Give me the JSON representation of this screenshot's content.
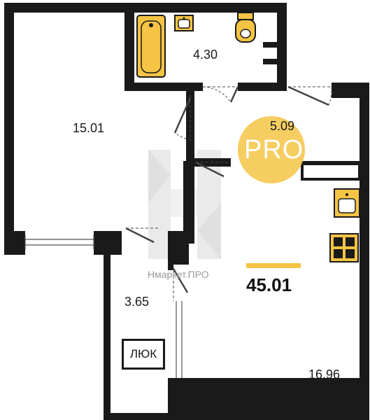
{
  "rooms": {
    "living_room_area": "15.01",
    "bathroom_area": "4.30",
    "hallway_area": "5.09",
    "balcony_area": "3.65",
    "kitchen_area": "16.96"
  },
  "total_area": "45.01",
  "badge": {
    "text": "PRO"
  },
  "watermark": {
    "text": "Нмаркет.ПРО"
  },
  "hatch_label": "ЛЮК",
  "colors": {
    "wall": "#1a1a1a",
    "fixture_fill": "#f5c445",
    "accent": "#f5c445",
    "watermark_gray": "#d0d0d0"
  },
  "icons": [
    "bathtub-icon",
    "sink-icon",
    "toilet-icon",
    "kitchen-sink-icon",
    "stove-icon"
  ]
}
